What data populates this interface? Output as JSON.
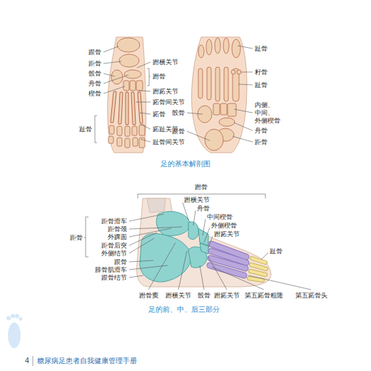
{
  "diagram": {
    "labels": [
      "跟骨",
      "距骨",
      "骰骨",
      "舟骨",
      "楔骨",
      "趾骨",
      "跗横关节",
      "跗骨",
      "跗跖关节",
      "跖骨间关节",
      "跖骨",
      "跖趾关节",
      "趾骨间关节",
      "趾骨",
      "籽骨",
      "趾骨",
      "内侧、 中间、 外侧楔骨",
      "舟骨",
      "距骨",
      "骰骨",
      "跟骨",
      "足的基本解剖图",
      "跗骨",
      "跗横关节",
      "舟骨",
      "中间楔骨",
      "外侧楔骨",
      "跗跖关节",
      "趾骨",
      "距骨滑车",
      "距骨颈",
      "外踝面",
      "距骨后突",
      "外侧结节",
      "跟骨",
      "腓骨肌滑车",
      "跟骨结节",
      "距骨",
      "跗骨窦",
      "跗横关节",
      "骰骨",
      "跗跖关节",
      "第五跖骨粗隆",
      "第五跖骨头",
      "足的前、中、后三部分",
      "4",
      "糖尿病足患者自我健康管理手册"
    ]
  }
}
